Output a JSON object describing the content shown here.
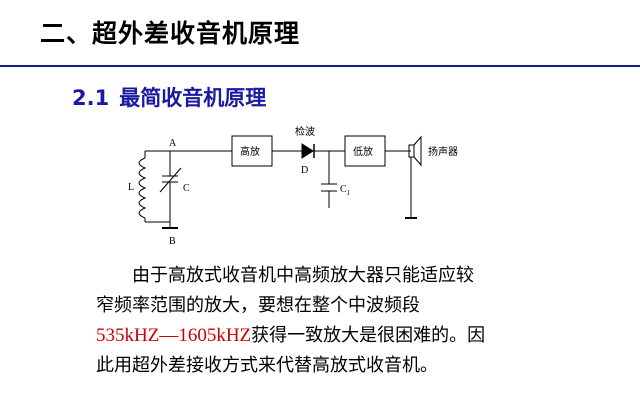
{
  "title": "二、超外差收音机原理",
  "section": {
    "number": "2.1",
    "heading": "最简收音机原理"
  },
  "diagram": {
    "node_a": "A",
    "node_b": "B",
    "inductor": "L",
    "capacitor": "C",
    "amp_block": "高放",
    "detector": "检波",
    "diode": "D",
    "lowamp_block": "低放",
    "speaker": "扬声器",
    "filter_cap": "C",
    "filter_cap_sub": "1"
  },
  "paragraph": {
    "line1": "由于高放式收音机中高频放大器只能适应较",
    "line2": "窄频率范围的放大，要想在整个中波频段",
    "freq_range": "535kHZ—1605kHZ",
    "line3_rest": "获得一致放大是很困难的。因",
    "line4": "此用超外差接收方式来代替高放式收音机。"
  },
  "colors": {
    "title_rule": "#1a1a8c",
    "subtitle": "#1a1aa0",
    "highlight": "#cc0000"
  }
}
